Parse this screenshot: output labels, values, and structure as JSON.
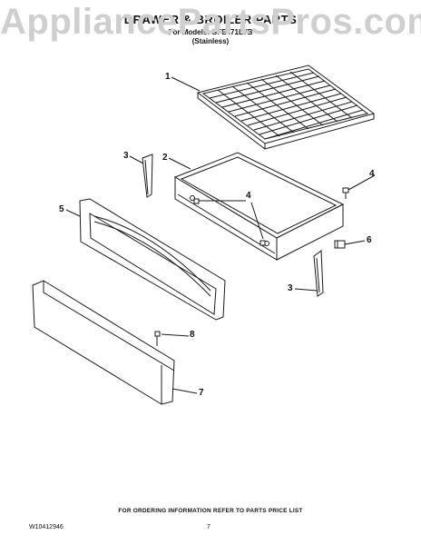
{
  "watermark": "AppliancePartsPros.com",
  "header": {
    "title": "DRAWER & BROILER PARTS",
    "model_line": "For Models: GFE471LVB",
    "variant_line": "(Stainless)"
  },
  "callouts": {
    "c1": "1",
    "c2": "2",
    "c3a": "3",
    "c3b": "3",
    "c4a": "4",
    "c4b": "4",
    "c5": "5",
    "c6": "6",
    "c7": "7",
    "c8": "8"
  },
  "footer": {
    "note": "FOR ORDERING INFORMATION REFER TO PARTS PRICE LIST",
    "doc_id": "W10412946",
    "page_number": "7"
  }
}
